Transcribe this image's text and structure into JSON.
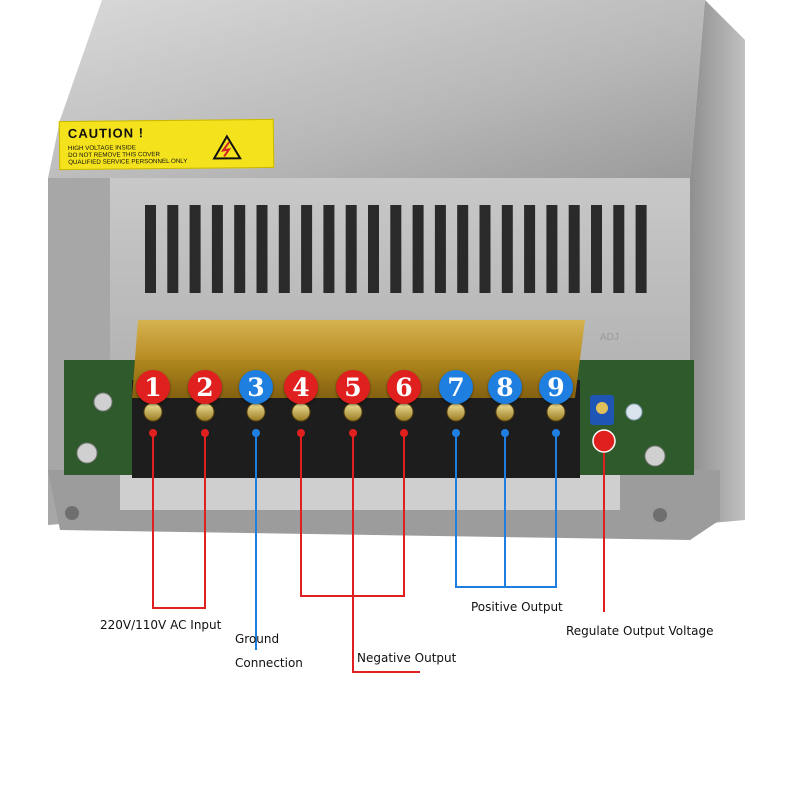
{
  "caution_label": {
    "title": "CAUTION !",
    "lines": [
      "HIGH VOLTAGE INSIDE",
      "DO NOT REMOVE THIS COVER",
      "QUALIFIED SERVICE PERSONNEL ONLY"
    ]
  },
  "adj_label": "ADJ",
  "terminals": [
    {
      "number": "1",
      "color": "#e01f1f"
    },
    {
      "number": "2",
      "color": "#e01f1f"
    },
    {
      "number": "3",
      "color": "#1e7fe0"
    },
    {
      "number": "4",
      "color": "#e01f1f"
    },
    {
      "number": "5",
      "color": "#e01f1f"
    },
    {
      "number": "6",
      "color": "#e01f1f"
    },
    {
      "number": "7",
      "color": "#1e7fe0"
    },
    {
      "number": "8",
      "color": "#1e7fe0"
    },
    {
      "number": "9",
      "color": "#1e7fe0"
    }
  ],
  "labels": {
    "ac_input": "220V/110V AC Input",
    "ground_line1": "Ground",
    "ground_line2": "Connection",
    "negative_output": "Negative Output",
    "positive_output": "Positive Output",
    "regulate": "Regulate Output Voltage"
  },
  "colors": {
    "red": "#e01f1f",
    "blue": "#1e7fe0"
  }
}
